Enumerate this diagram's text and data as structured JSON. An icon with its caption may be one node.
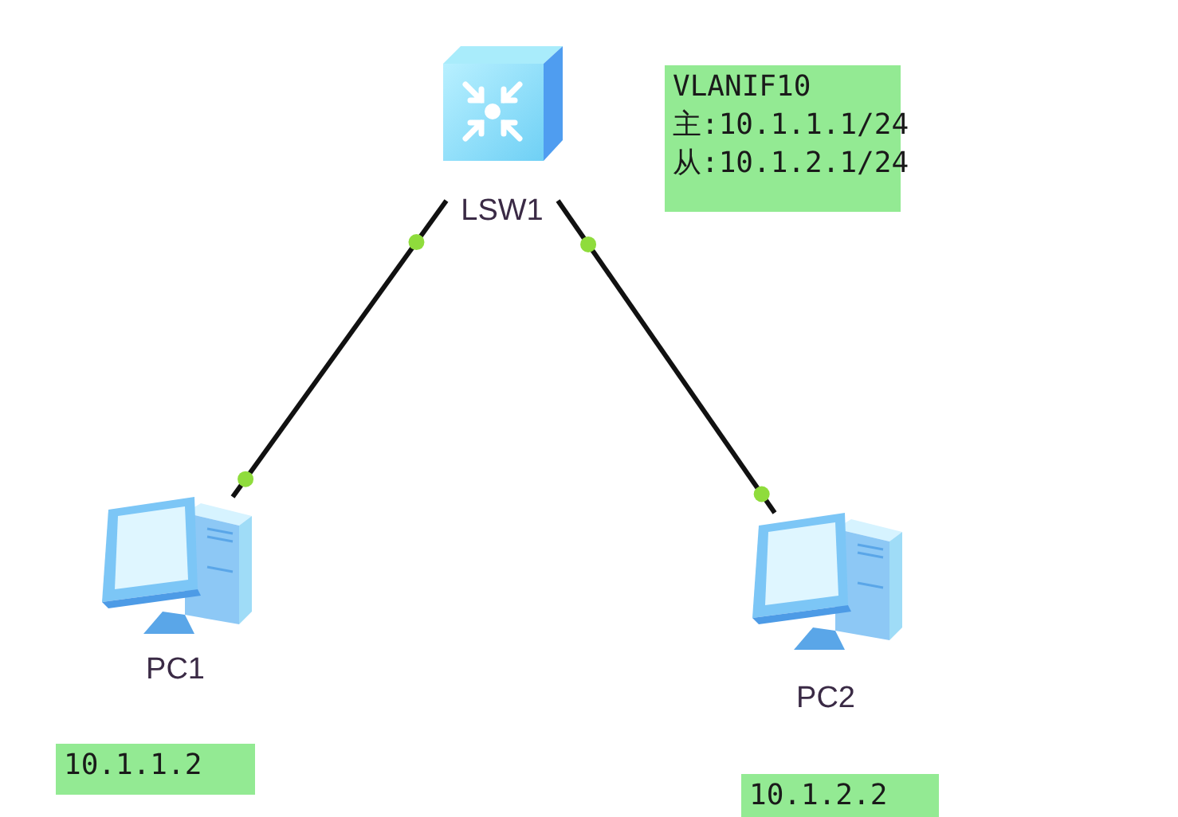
{
  "diagram": {
    "nodes": [
      {
        "text": [
          "LSW1"
        ]
      },
      {
        "text": [
          "VLANIF10",
          "主:10.1.1.1/24",
          "从:10.1.2.1/24"
        ]
      },
      {
        "text": [
          "PC1"
        ]
      },
      {
        "text": [
          "PC2"
        ]
      },
      {
        "text": [
          "10.1.1.2"
        ]
      },
      {
        "text": [
          "10.1.2.2"
        ]
      }
    ],
    "edges": [
      {
        "from": 0,
        "to": 2,
        "arrow": "none"
      },
      {
        "from": 0,
        "to": 3,
        "arrow": "none"
      }
    ]
  }
}
